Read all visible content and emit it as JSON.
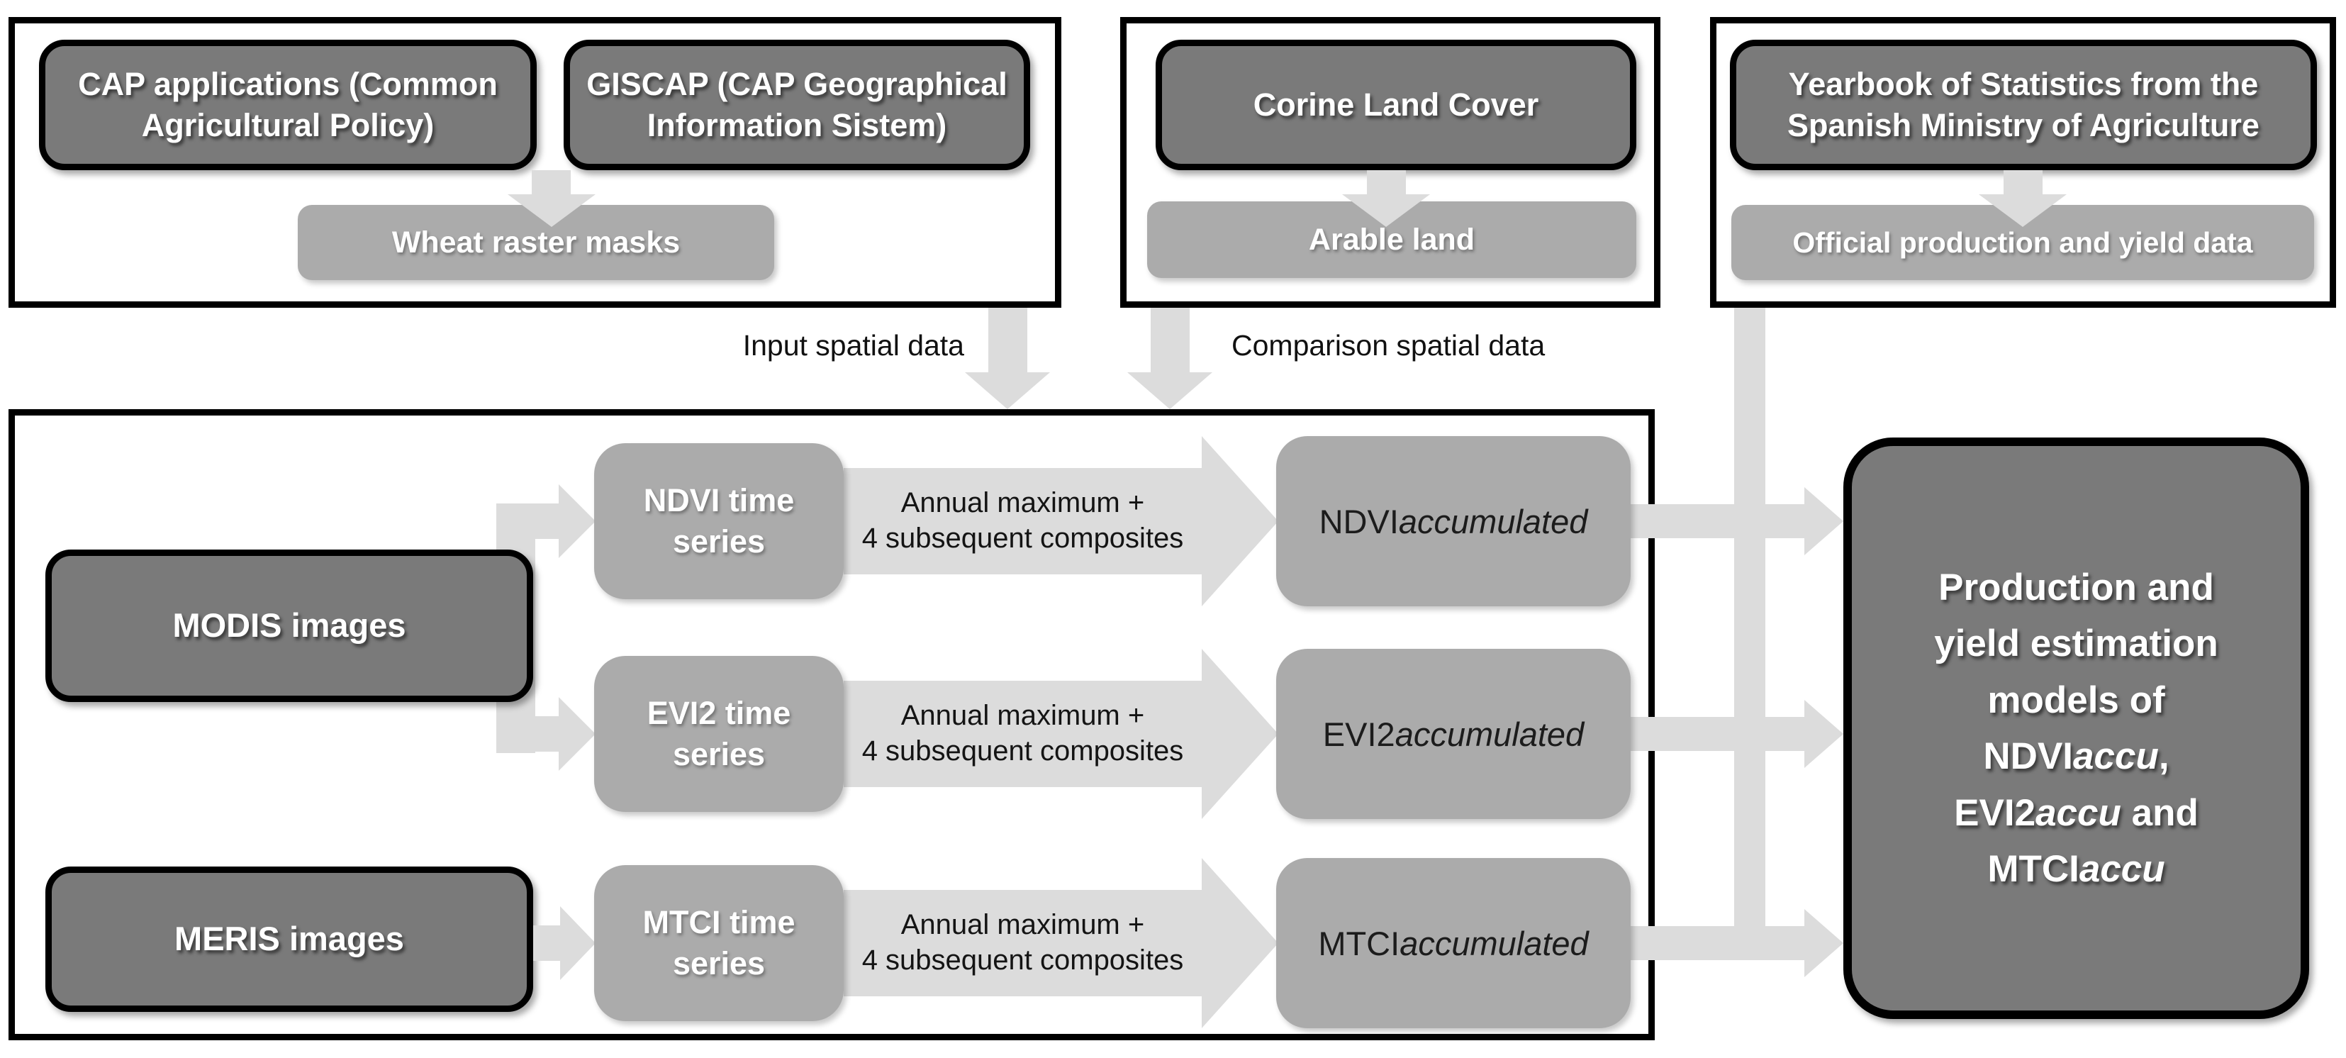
{
  "colors": {
    "ink": "#000000",
    "dark_box": "#7a7a7a",
    "light_box": "#ababab",
    "arrow": "#dcdcdc",
    "page_bg": "#ffffff",
    "text_light": "#ffffff",
    "text_dark": "#1c1c1c"
  },
  "top_left_panel": {
    "source1": {
      "line1": "CAP applications (Common",
      "line2": "Agricultural Policy)"
    },
    "source2": {
      "line1": "GISCAP (CAP Geographical",
      "line2": "Information Sistem)"
    },
    "result": "Wheat raster masks"
  },
  "top_middle_panel": {
    "source": "Corine Land Cover",
    "result": "Arable land"
  },
  "top_right_panel": {
    "source": {
      "line1": "Yearbook of Statistics from the",
      "line2": "Spanish Ministry of Agriculture"
    },
    "result": "Official production and yield data"
  },
  "flow_labels": {
    "input": "Input spatial data",
    "comparison": "Comparison spatial data"
  },
  "main_panel": {
    "modis": "MODIS images",
    "meris": "MERIS images",
    "rows": [
      {
        "series": {
          "line1": "NDVI time",
          "line2": "series"
        },
        "process": {
          "line1": "Annual maximum +",
          "line2": "4 subsequent composites"
        },
        "output": {
          "prefix": "NDVI",
          "suffix": "accumulated"
        }
      },
      {
        "series": {
          "line1": "EVI2 time",
          "line2": "series"
        },
        "process": {
          "line1": "Annual maximum +",
          "line2": "4 subsequent composites"
        },
        "output": {
          "prefix": "EVI2",
          "suffix": "accumulated"
        }
      },
      {
        "series": {
          "line1": "MTCI time",
          "line2": "series"
        },
        "process": {
          "line1": "Annual maximum +",
          "line2": "4 subsequent composites"
        },
        "output": {
          "prefix": "MTCI",
          "suffix": "accumulated"
        }
      }
    ]
  },
  "final_box": {
    "lines": [
      {
        "pre": "Production and"
      },
      {
        "pre": "yield estimation"
      },
      {
        "pre": "models of"
      },
      {
        "pre": "NDVI",
        "it": "accu",
        "post": ","
      },
      {
        "pre": "EVI2",
        "it": "accu",
        "post": " and"
      },
      {
        "pre": "MTCI",
        "it": "accu"
      }
    ]
  }
}
